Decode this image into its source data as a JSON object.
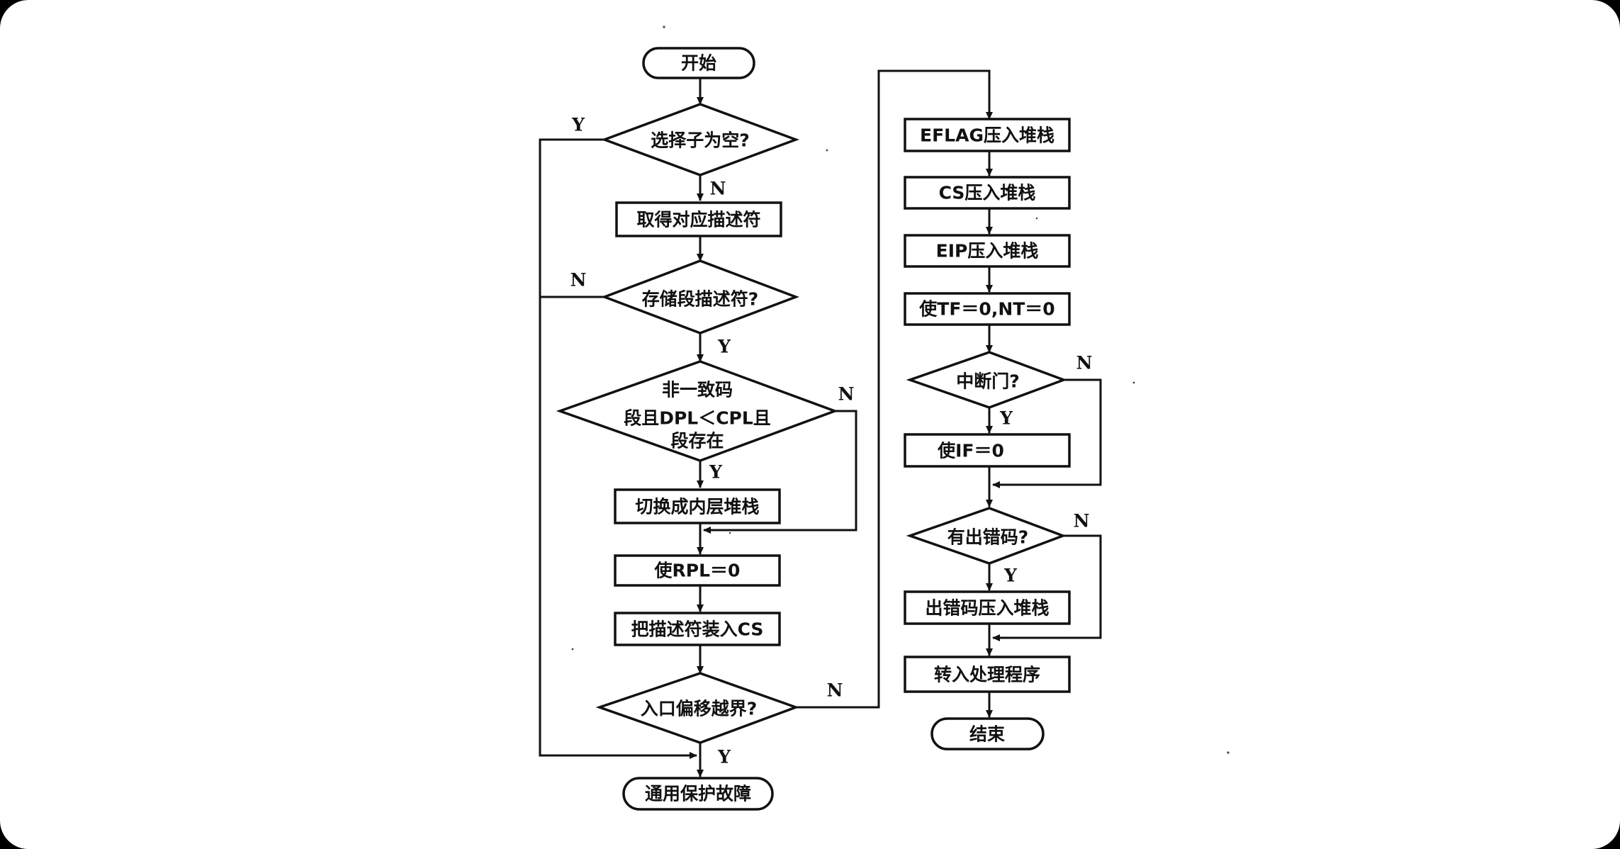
{
  "colors": {
    "background": "#ffffff",
    "frame": "#000000",
    "stroke": "#111111",
    "text": "#111111"
  },
  "nodes": {
    "start": "开始",
    "selector_null": "选择子为空?",
    "get_descriptor": "取得对应描述符",
    "storage_descriptor": "存储段描述符?",
    "nonconforming_1": "非一致码",
    "nonconforming_2": "段且DPL＜CPL且",
    "nonconforming_3": "段存在",
    "switch_stack": "切换成内层堆栈",
    "set_rpl": "使RPL＝0",
    "load_cs": "把描述符装入CS",
    "entry_offset": "入口偏移越界?",
    "gp_fault": "通用保护故障",
    "push_eflag": "EFLAG压入堆栈",
    "push_cs": "CS压入堆栈",
    "push_eip": "EIP压入堆栈",
    "set_tf_nt": "使TF＝0,NT＝0",
    "interrupt_gate": "中断门?",
    "set_if": "使IF＝0",
    "has_error_code": "有出错码?",
    "push_error_code": "出错码压入堆栈",
    "goto_handler": "转入处理程序",
    "end": "结束"
  },
  "edge_labels": {
    "selector_null_yes": "Y",
    "selector_null_no": "N",
    "storage_no": "N",
    "storage_yes": "Y",
    "nonconforming_no": "N",
    "nonconforming_yes": "Y",
    "entry_offset_no": "N",
    "entry_offset_yes": "Y",
    "interrupt_gate_no": "N",
    "interrupt_gate_yes": "Y",
    "error_code_no": "N",
    "error_code_yes": "Y"
  }
}
